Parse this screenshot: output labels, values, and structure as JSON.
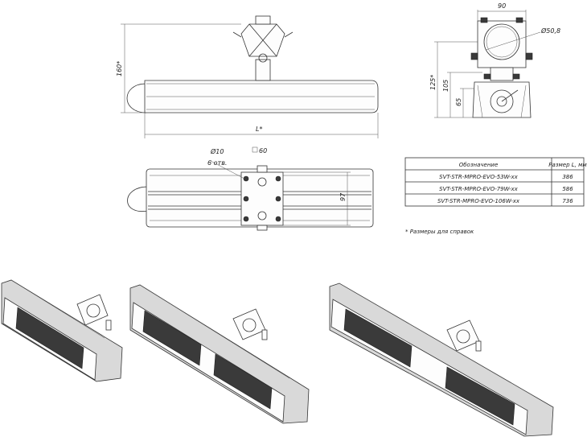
{
  "dimensions": {
    "front_height": "160*",
    "front_length": "L*",
    "side_width": "90",
    "side_diameter": "Ø50,8",
    "side_h1": "125*",
    "side_h2": "105",
    "side_h3": "65",
    "top_hole": "Ø10",
    "top_hole_count": "6 отв.",
    "top_square": "60",
    "top_width": "97"
  },
  "table": {
    "headers": [
      "Обозначение",
      "Размер L, мм"
    ],
    "rows": [
      {
        "name": "SVT-STR-MPRO-EVO-53W-xx",
        "size": "386"
      },
      {
        "name": "SVT-STR-MPRO-EVO-79W-xx",
        "size": "586"
      },
      {
        "name": "SVT-STR-MPRO-EVO-106W-xx",
        "size": "736"
      }
    ]
  },
  "footnote": "* Размеры для справок",
  "colors": {
    "line": "#333333",
    "fill": "#d9d9d9",
    "dark": "#3a3a3a"
  }
}
